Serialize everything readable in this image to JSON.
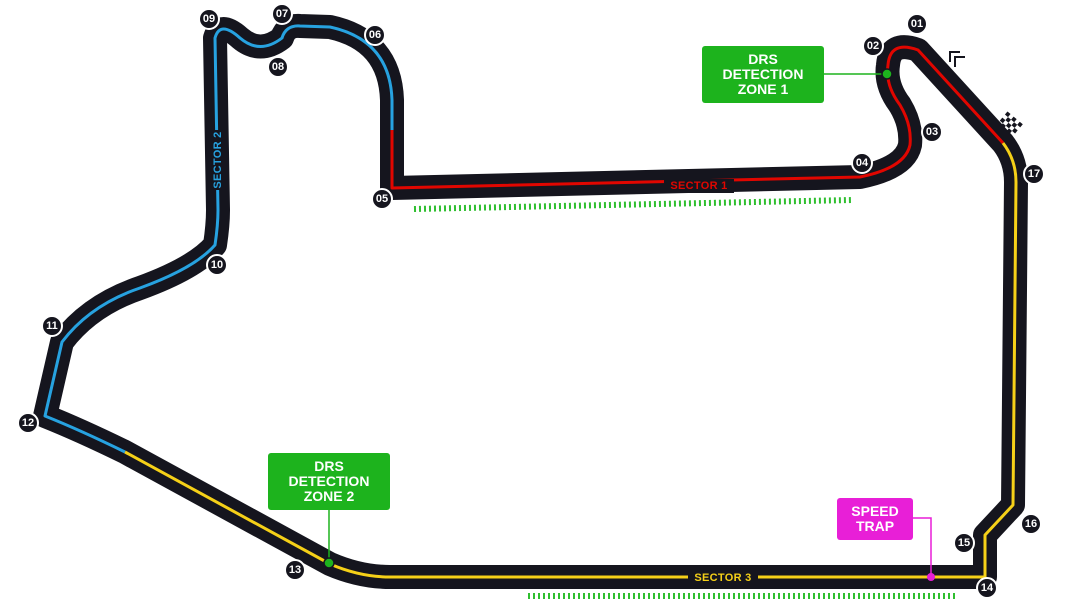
{
  "colors": {
    "track": "#15151e",
    "sector1": "#e10600",
    "sector2": "#27a2e0",
    "sector3": "#f5d018",
    "drs_box": "#1db31d",
    "drs_zone": "#2fbf2f",
    "speed_trap": "#e81fd7"
  },
  "turns": [
    "01",
    "02",
    "03",
    "04",
    "05",
    "06",
    "07",
    "08",
    "09",
    "10",
    "11",
    "12",
    "13",
    "14",
    "15",
    "16",
    "17"
  ],
  "sectors": {
    "s1": "SECTOR 1",
    "s2": "SECTOR 2",
    "s3": "SECTOR 3"
  },
  "callouts": {
    "drs1": [
      "DRS",
      "DETECTION",
      "ZONE 1"
    ],
    "drs2": [
      "DRS",
      "DETECTION",
      "ZONE 2"
    ],
    "speed_trap": [
      "SPEED",
      "TRAP"
    ]
  },
  "icons": {
    "start_finish": "chequered-flag-icon",
    "direction": "direction-chevrons-icon"
  }
}
